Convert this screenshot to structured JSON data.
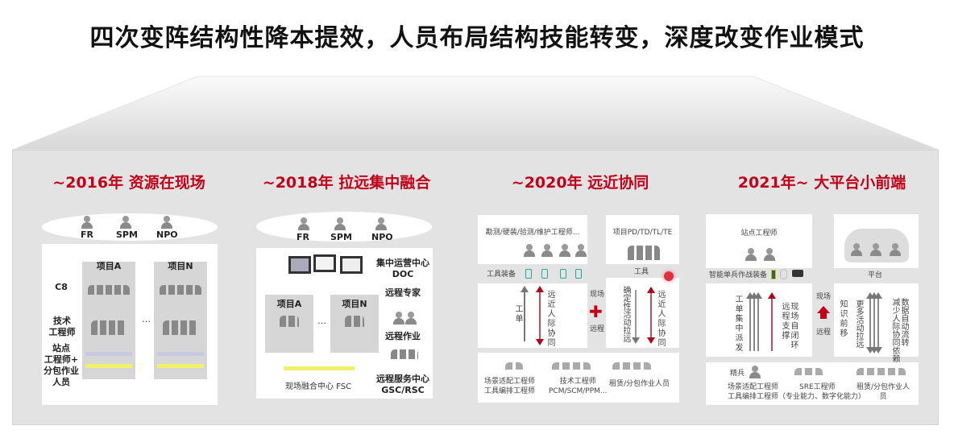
{
  "title": "四次变阵结构性降本提效，人员布局结构技能转变，深度改变作业模式",
  "colors": {
    "accent": "#c00018",
    "panel": "#e3e3e3"
  },
  "columns": [
    {
      "heading": "~2016年 资源在现场",
      "roles": [
        "FR",
        "SPM",
        "NPO"
      ],
      "projects": [
        "项目A",
        "项目N"
      ],
      "ellipsis": "…",
      "rows": [
        "C8",
        "技术\n工程师",
        "站点\n工程师+\n分包作业\n人员"
      ]
    },
    {
      "heading": "~2018年 拉远集中融合",
      "roles": [
        "FR",
        "SPM",
        "NPO"
      ],
      "projects": [
        "项目A",
        "项目N"
      ],
      "ellipsis": "…",
      "doc": "集中运营中心\nDOC",
      "remote_expert": "远程专家",
      "remote_work": "远程作业",
      "gsc": "远程服务中心\nGSC/RSC",
      "fsc": "现场融合中心 FSC"
    },
    {
      "heading": "~2020年 远近协同",
      "site_engineers": "勘测/硬装/验测/维护工程师...",
      "project_roles": "项目PD/TD/TL/TE",
      "tool_equipment": "工具装备",
      "tools": "工具",
      "work_order": "工单",
      "collab": "远近人际协同",
      "activity": "确定性活动拉远",
      "onsite": "现场",
      "remote": "远程",
      "bottom": [
        "场景适配工程师\n工具编排工程师",
        "技术工程师\nPCM/SCM/PPM...",
        "租赁/分包作业人员"
      ]
    },
    {
      "heading": "2021年~ 大平台小前端",
      "site_engineer": "站点工程师",
      "smart_gear": "智能单兵作战装备",
      "platform": "平台",
      "dispatch": "工单集中派发",
      "closed_loop": "现场自闭环\n远程支撑",
      "knowledge": "知识前移",
      "more_activity": "更多活动拉远",
      "data_flow": "数据自动流转\n减少人际协同依赖",
      "onsite": "现场",
      "remote": "远程",
      "elite": "精兵",
      "bottom": [
        "场景适配工程师\n工具编排工程师（专业能力、数字化能力）",
        "SRE工程师",
        "租赁/分包作业人\n员"
      ]
    }
  ]
}
